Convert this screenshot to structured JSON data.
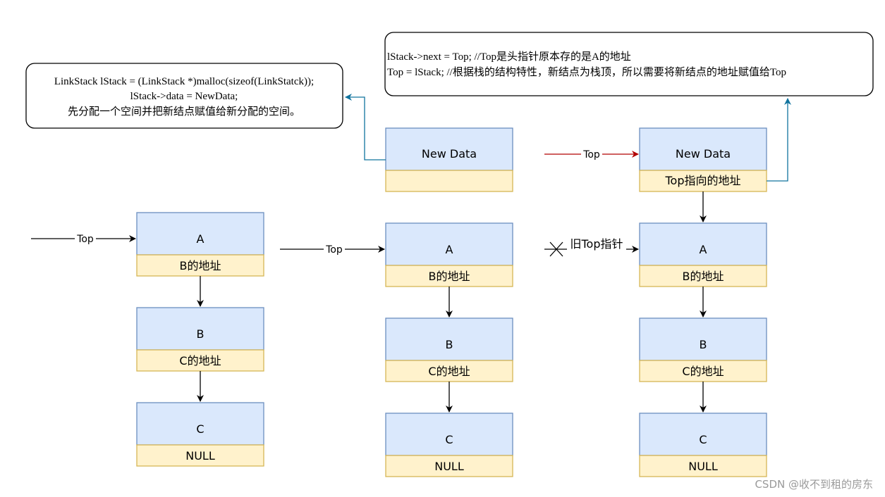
{
  "colors": {
    "data_fill": "#dae8fc",
    "data_stroke": "#6c8ebf",
    "pointer_fill": "#fff2cc",
    "pointer_stroke": "#d6b656",
    "arrow_black": "#000000",
    "arrow_red": "#b20000",
    "arrow_blue": "#10739e"
  },
  "stack1": {
    "top_label": "Top",
    "nodes": [
      {
        "data": "A",
        "next": "B的地址"
      },
      {
        "data": "B",
        "next": "C的地址"
      },
      {
        "data": "C",
        "next": "NULL"
      }
    ]
  },
  "stack2": {
    "top_label": "Top",
    "new_node": {
      "data": "New Data",
      "next": ""
    },
    "nodes": [
      {
        "data": "A",
        "next": "B的地址"
      },
      {
        "data": "B",
        "next": "C的地址"
      },
      {
        "data": "C",
        "next": "NULL"
      }
    ]
  },
  "stack3": {
    "top_label": "Top",
    "old_top_label": "旧Top指针",
    "new_node": {
      "data": "New Data",
      "next": "Top指向的地址"
    },
    "nodes": [
      {
        "data": "A",
        "next": "B的地址"
      },
      {
        "data": "B",
        "next": "C的地址"
      },
      {
        "data": "C",
        "next": "NULL"
      }
    ]
  },
  "note_malloc": {
    "line1": "LinkStack lStack = (LinkStack *)malloc(sizeof(LinkStatck));",
    "line2": "lStack->data = NewData;",
    "line3": "先分配一个空间并把新结点赋值给新分配的空间。"
  },
  "note_link": {
    "line1": "lStack->next = Top; //Top是头指针原本存的是A的地址",
    "line2": "Top = lStack; //根据栈的结构特性，新结点为栈顶，所以需要将新结点的地址赋值给Top"
  },
  "watermark": "CSDN @收不到租的房东"
}
